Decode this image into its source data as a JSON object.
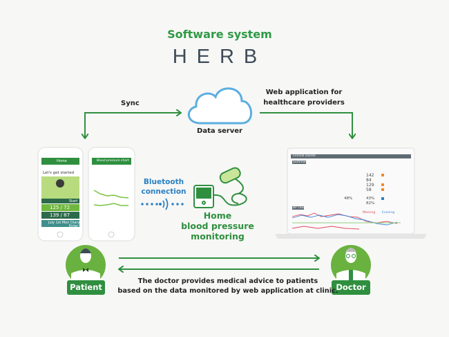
{
  "header": {
    "title": "Software system",
    "product": "HERB"
  },
  "sync_label": "Sync",
  "server_label": "Data server",
  "web_app_label": [
    "Web application for",
    "healthcare providers"
  ],
  "bluetooth_label": [
    "Bluetooth",
    "connection"
  ],
  "monitor_label": [
    "Home",
    "blood pressure",
    "monitoring"
  ],
  "phone_home": {
    "title": "Home",
    "greeting": "Let's get started",
    "start": "Start",
    "bp1": "125 / 72",
    "bp2": "139 / 87",
    "diary": "July 1st Mon Diary",
    "enter": "Enter"
  },
  "phone_chart": {
    "title": "Blood pressure chart"
  },
  "laptop": {
    "header": "Clinical course",
    "summary": "Summary",
    "values": [
      "142",
      "84",
      "129",
      "58",
      "48%",
      "43%",
      "82%"
    ],
    "chart_tag": "BP chart",
    "legend": [
      "Morning",
      "Evening"
    ]
  },
  "patient_label": "Patient",
  "doctor_label": "Doctor",
  "footer_text": [
    "The doctor provides medical advice to patients",
    "based on the data monitored by web application at clinic."
  ],
  "colors": {
    "green": "#2f8f3f",
    "light_green": "#7cc242",
    "blue": "#2a80c3",
    "text": "#3d4b57"
  }
}
